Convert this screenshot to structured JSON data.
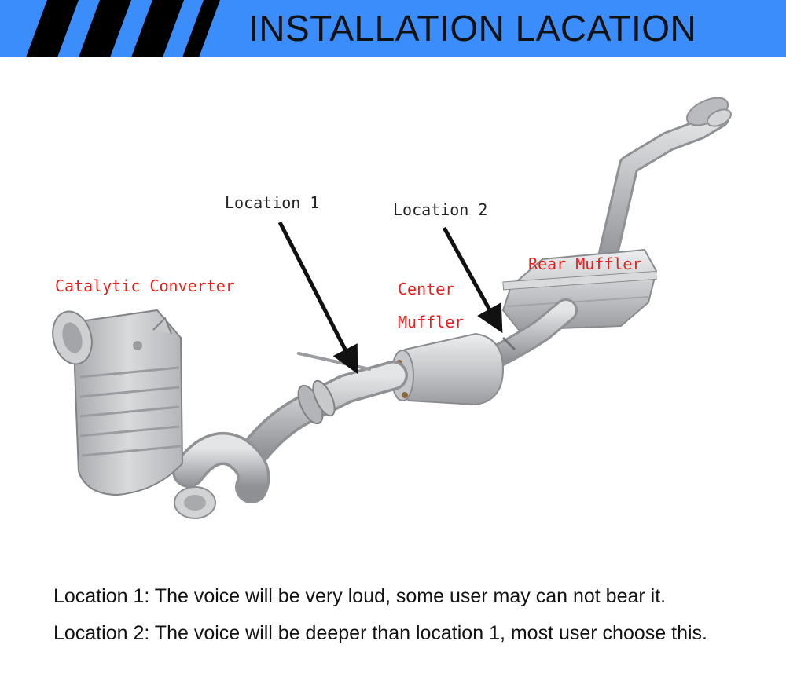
{
  "header": {
    "title": "INSTALLATION LACATION",
    "color": "#3a8dfb"
  },
  "labels": {
    "location_1": "Location 1",
    "location_2": "Location 2",
    "catalytic_converter": "Catalytic Converter",
    "center_muffler_line1": "Center",
    "center_muffler_line2": "Muffler",
    "rear_muffler": "Rear Muffler"
  },
  "notes": {
    "location_1": "Location 1: The voice will be very loud, some user may can not bear it.",
    "location_2": "Location 2: The voice will be deeper than location 1, most user choose this."
  },
  "colors": {
    "label_red": "#e8201c",
    "metal": "#c8c9cb"
  }
}
